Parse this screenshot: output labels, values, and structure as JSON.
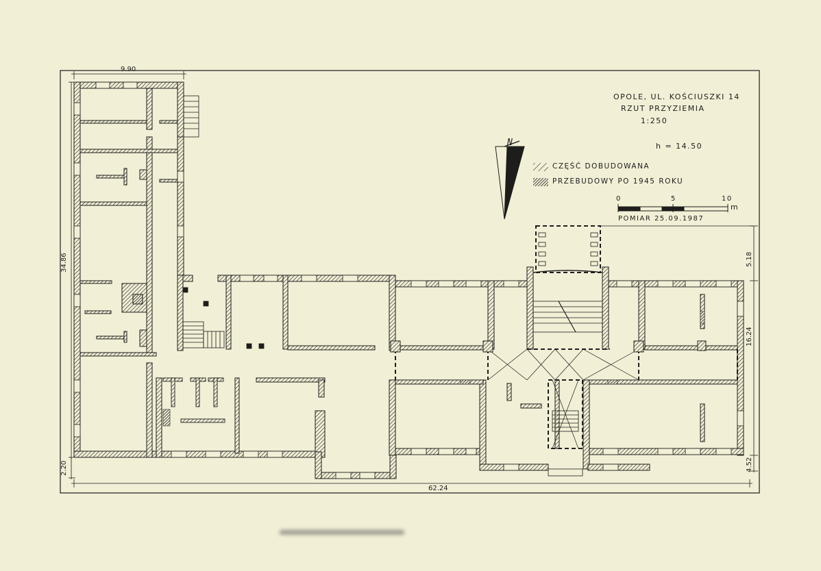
{
  "title": {
    "line1": "OPOLE, UL. KOŚCIUSZKI 14",
    "line2": "RZUT PRZYZIEMIA",
    "line3": "1:250"
  },
  "height_note": "h = 14.50",
  "north_label": "N",
  "legend": [
    {
      "label": "CZĘŚĆ DOBUDOWANA",
      "pattern": "sparse-hatch"
    },
    {
      "label": "PRZEBUDOWY PO 1945 ROKU",
      "pattern": "dense-hatch"
    }
  ],
  "scale_bar": {
    "ticks": [
      "0",
      "5",
      "10"
    ],
    "unit": "m"
  },
  "survey": "POMIAR   25.09.1987",
  "dimensions": {
    "top_width": "9.90",
    "left_height": "34.86",
    "left_bottom": "2.20",
    "bottom_width": "62.24",
    "right_top": "5.18",
    "right_middle": "16.24",
    "right_bottom": "4.52"
  },
  "colors": {
    "paper": "#f1efd6",
    "ink": "#1d1d1b",
    "background": "#2b2b28"
  }
}
